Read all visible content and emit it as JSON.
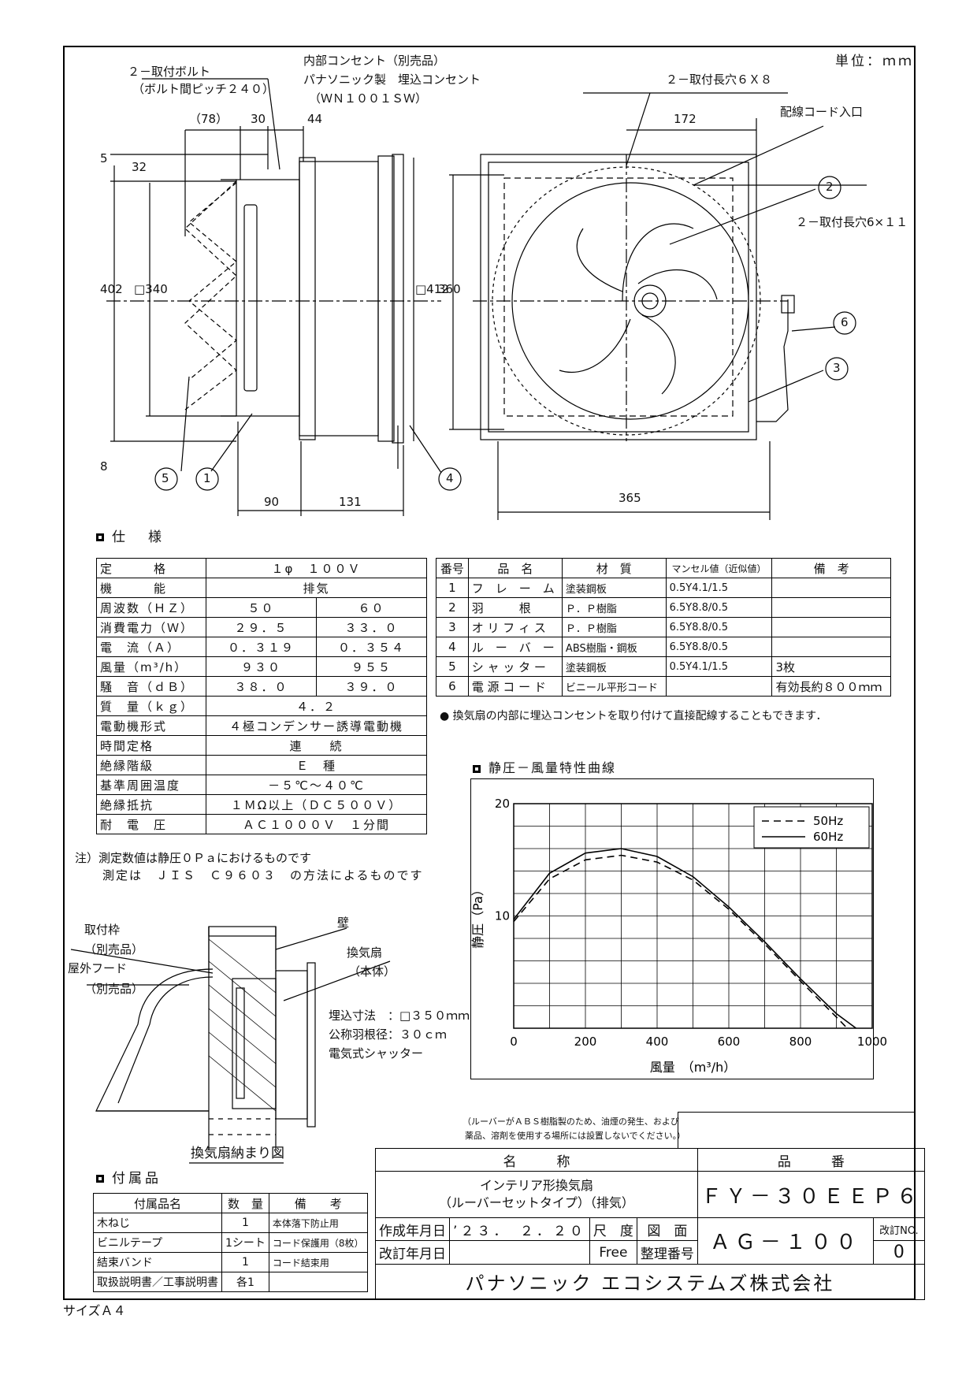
{
  "unit_label": "単位：ｍｍ",
  "size_label": "サイズＡ４",
  "drawing": {
    "side_labels": {
      "bolt1": "２－取付ボルト",
      "bolt2": "（ボルト間ピッチ２４０）",
      "dim_78": "（78）",
      "dim_30": "30",
      "dim_44": "44",
      "dim_5": "5",
      "dim_32": "32",
      "dim_402": "402",
      "dim_340": "□340",
      "dim_412": "□412",
      "dim_8": "8",
      "dim_90": "90",
      "dim_131": "131"
    },
    "front_labels": {
      "outlet1": "内部コンセント（別売品）",
      "outlet2": "パナソニック製　埋込コンセント",
      "outlet3": "（ＷＮ１００１ＳＷ）",
      "hole68": "２－取付長穴６Ｘ８",
      "dim_172": "172",
      "cord_in": "配線コード入口",
      "hole611": "２－取付長穴6×１１",
      "dim_360": "360",
      "dim_365": "365"
    },
    "callouts": [
      "1",
      "2",
      "3",
      "4",
      "5",
      "6"
    ]
  },
  "spec_title": "仕　様",
  "spec_rows": [
    {
      "label": "定　　　格",
      "v1": "１φ　１００Ｖ",
      "v2": ""
    },
    {
      "label": "機　　　能",
      "v1": "排気",
      "v2": ""
    },
    {
      "label": "周波数（ＨＺ）",
      "v1": "５０",
      "v2": "６０"
    },
    {
      "label": "消費電力（Ｗ）",
      "v1": "２９．５",
      "v2": "３３．０"
    },
    {
      "label": "電　流（Ａ）",
      "v1": "０．３１９",
      "v2": "０．３５４"
    },
    {
      "label": "風量（m³/h）",
      "v1": "９３０",
      "v2": "９５５"
    },
    {
      "label": "騒　音（ｄＢ）",
      "v1": "３８．０",
      "v2": "３９．０"
    },
    {
      "label": "質　量（ｋｇ）",
      "v1": "４．２",
      "v2": ""
    },
    {
      "label": "電動機形式",
      "v1": "４極コンデンサー誘導電動機",
      "v2": ""
    },
    {
      "label": "時間定格",
      "v1": "連　　続",
      "v2": ""
    },
    {
      "label": "絶縁階級",
      "v1": "Ｅ　種",
      "v2": ""
    },
    {
      "label": "基準周囲温度",
      "v1": "－５℃～４０℃",
      "v2": ""
    },
    {
      "label": "絶縁抵抗",
      "v1": "１ＭΩ以上（ＤＣ５００Ｖ）",
      "v2": ""
    },
    {
      "label": "耐　電　圧",
      "v1": "ＡＣ１０００Ｖ　１分間",
      "v2": ""
    }
  ],
  "spec_notes": [
    "注）測定数値は静圧０Ｐａにおけるものです",
    "測定は　ＪＩＳ　Ｃ９６０３　の方法によるものです"
  ],
  "parts_header": [
    "番号",
    "品　名",
    "材　質",
    "マンセル値（近似値）",
    "備　考"
  ],
  "parts_rows": [
    [
      "1",
      "フ　レ　ー　ム",
      "塗装鋼板",
      "0.5Y4.1/1.5",
      ""
    ],
    [
      "2",
      "羽　　　根",
      "Ｐ．Ｐ樹脂",
      "6.5Y8.8/0.5",
      ""
    ],
    [
      "3",
      "オ リ フ ィ ス",
      "Ｐ．Ｐ樹脂",
      "6.5Y8.8/0.5",
      ""
    ],
    [
      "4",
      "ル　ー　バ　ー",
      "ABS樹脂・鋼板",
      "6.5Y8.8/0.5",
      ""
    ],
    [
      "5",
      "シ ャ ッ タ ー",
      "塗装鋼板",
      "0.5Y4.1/1.5",
      "3枚"
    ],
    [
      "6",
      "電 源 コ ー ド",
      "ビニール平形コード",
      "",
      "有効長約８００ｍｍ"
    ]
  ],
  "parts_note": "● 換気扇の内部に埋込コンセントを取り付けて直接配線することもできます．",
  "chart_title": "静圧－風量特性曲線",
  "chart_data": {
    "type": "line",
    "xlabel": "風量　（m³/h）",
    "ylabel": "静圧（Pa）",
    "xlim": [
      0,
      1000
    ],
    "ylim": [
      0,
      20
    ],
    "xticks": [
      "0",
      "200",
      "400",
      "600",
      "800",
      "1000"
    ],
    "yticks": [
      "10",
      "20"
    ],
    "series": [
      {
        "name": "50Hz",
        "dash": true,
        "x": [
          0,
          100,
          200,
          300,
          400,
          500,
          600,
          700,
          800,
          900,
          930
        ],
        "y": [
          9.5,
          13.3,
          15.0,
          15.4,
          14.8,
          13.2,
          10.6,
          7.5,
          4.2,
          1.0,
          0
        ]
      },
      {
        "name": "60Hz",
        "dash": false,
        "x": [
          0,
          100,
          200,
          300,
          400,
          500,
          600,
          700,
          800,
          900,
          955
        ],
        "y": [
          9.7,
          13.8,
          15.6,
          16.0,
          15.3,
          13.5,
          10.8,
          7.7,
          4.4,
          1.3,
          0
        ]
      }
    ]
  },
  "install": {
    "title": "換気扇納まり図",
    "frame1": "取付枠",
    "frame2": "（別売品）",
    "hood1": "屋外フード",
    "hood2": "（別売品）",
    "wall": "壁",
    "fan1": "換気扇",
    "fan2": "（本体）",
    "spec1": "埋込寸法　：□３５０ｍｍ",
    "spec2": "公称羽根径：３０ｃｍ",
    "spec3": "電気式シャッター"
  },
  "acc_title": "付属品",
  "acc_header": [
    "付属品名",
    "数　量",
    "備　　考"
  ],
  "acc_rows": [
    [
      "木ねじ",
      "1",
      "本体落下防止用"
    ],
    [
      "ビニルテープ",
      "1シート",
      "コード保護用（8枚）"
    ],
    [
      "結束バンド",
      "1",
      "コード結束用"
    ],
    [
      "取扱説明書／工事説明書",
      "各1",
      ""
    ]
  ],
  "caution1": "（ルーバーがＡＢＳ樹脂製のため、油煙の発生、および",
  "caution2": "薬品、溶剤を使用する場所には設置しないでください。）",
  "title_block": {
    "name_h": "名　　　称",
    "name1": "インテリア形換気扇",
    "name2": "（ルーバーセットタイプ）（排気）",
    "model_h": "品　　　番",
    "model": "ＦＹ－３０ＥＥＰ６",
    "created_l": "作成年月日",
    "created": "’２３．　２．２０",
    "revised_l": "改訂年月日",
    "scale_l": "尺　度",
    "scale": "Free",
    "zumen": "図　面",
    "seiri": "整理番号",
    "drawing_no": "ＡＧ－１００",
    "rev_l": "改訂NO.",
    "rev": "0",
    "company": "パナソニック エコシステムズ株式会社"
  }
}
